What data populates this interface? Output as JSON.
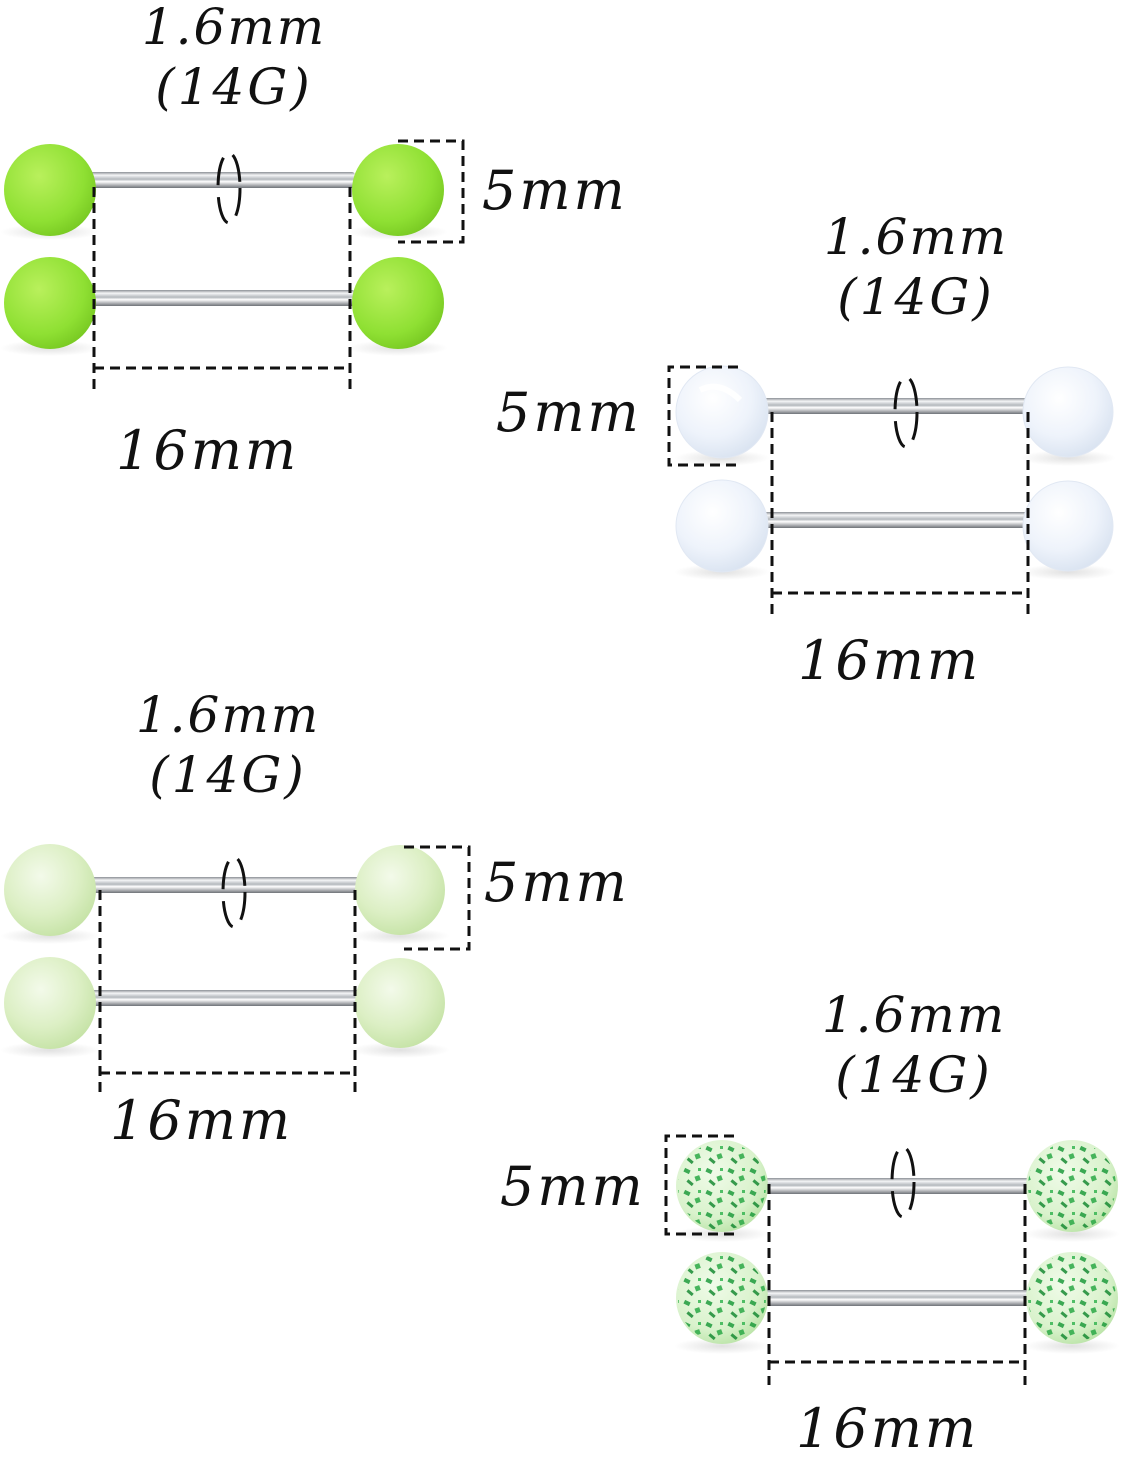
{
  "labels": {
    "gauge_mm": "1.6mm",
    "gauge_g": "(14G)",
    "ball_size": "5mm",
    "bar_length": "16mm"
  },
  "colors": {
    "background": "#ffffff",
    "neon_green_ball": "#8fe033",
    "clear_ball": "#eef3fb",
    "glow_green_ball": "#dcefc4",
    "glitter_green_ball": "#d9f2cc",
    "glitter_speck": "#1e9b3c",
    "steel_bar": "#c9ccd1",
    "dash_line": "#111111"
  },
  "variants": [
    {
      "name": "neon-green"
    },
    {
      "name": "clear"
    },
    {
      "name": "glow-in-dark-green"
    },
    {
      "name": "green-glitter"
    }
  ]
}
